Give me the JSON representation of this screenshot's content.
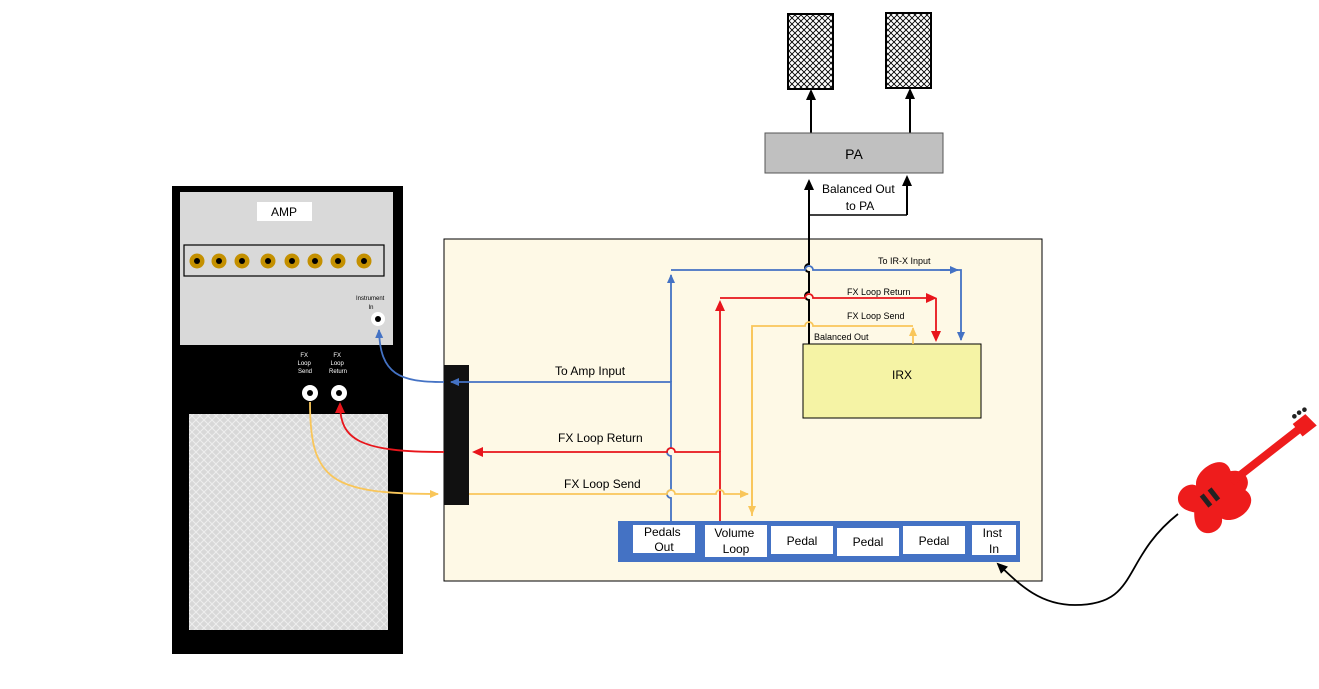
{
  "labels": {
    "amp": "AMP",
    "instrument_in": [
      "Instrument",
      "In"
    ],
    "fx_send_jack": [
      "FX",
      "Loop",
      "Send"
    ],
    "fx_return_jack": [
      "FX",
      "Loop",
      "Return"
    ],
    "pa": "PA",
    "balanced_out_pa": [
      "Balanced Out",
      "to PA"
    ],
    "to_irx_input": "To IR-X  Input",
    "fx_loop_return_small": "FX Loop Return",
    "fx_loop_send_small": "FX Loop Send",
    "balanced_out": "Balanced Out",
    "irx": "IRX",
    "to_amp_input": "To Amp Input",
    "fx_loop_return": "FX Loop Return",
    "fx_loop_send": "FX Loop Send"
  },
  "pedals": [
    [
      "Pedals",
      "Out"
    ],
    [
      "Volume",
      "Loop"
    ],
    [
      "Pedal"
    ],
    [
      "Pedal"
    ],
    [
      "Pedal"
    ],
    [
      "Inst",
      "In"
    ]
  ],
  "colors": {
    "blue": "#4472c4",
    "red": "#e8151b",
    "yellow": "#f9c65a",
    "board_bg": "#fef9e6",
    "irx_fill": "#f5f3a5",
    "pa_fill": "#c0c0c0",
    "amp_panel": "#d9d9d9",
    "jack_gold": "#c49000",
    "guitar_red": "#ee1c1c"
  },
  "icons": [
    "speaker-cabinet-icon",
    "guitar-icon",
    "jack-icon"
  ]
}
